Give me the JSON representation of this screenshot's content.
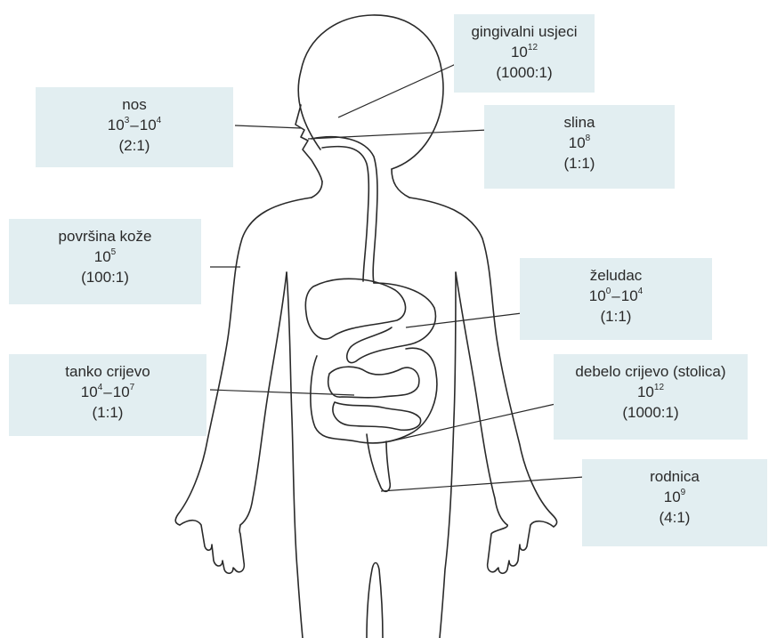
{
  "labels": [
    {
      "id": "gingivalni",
      "name": "gingivalni usjeci",
      "base": "10",
      "exp": "12",
      "ratio": "(1000:1)"
    },
    {
      "id": "nos",
      "name": "nos",
      "base_a": "10",
      "exp_a": "3",
      "base_b": "10",
      "exp_b": "4",
      "ratio": "(2:1)"
    },
    {
      "id": "slina",
      "name": "slina",
      "base": "10",
      "exp": "8",
      "ratio": "(1:1)"
    },
    {
      "id": "koza",
      "name": "površina kože",
      "base": "10",
      "exp": "5",
      "ratio": "(100:1)"
    },
    {
      "id": "zeludac",
      "name": "želudac",
      "base_a": "10",
      "exp_a": "0",
      "base_b": "10",
      "exp_b": "4",
      "ratio": "(1:1)"
    },
    {
      "id": "tanko",
      "name": "tanko crijevo",
      "base_a": "10",
      "exp_a": "4",
      "base_b": "10",
      "exp_b": "7",
      "ratio": "(1:1)"
    },
    {
      "id": "debelo",
      "name": "debelo crijevo (stolica)",
      "base": "10",
      "exp": "12",
      "ratio": "(1000:1)"
    },
    {
      "id": "rodnica",
      "name": "rodnica",
      "base": "10",
      "exp": "9",
      "ratio": "(4:1)"
    }
  ],
  "range_separator": "–"
}
